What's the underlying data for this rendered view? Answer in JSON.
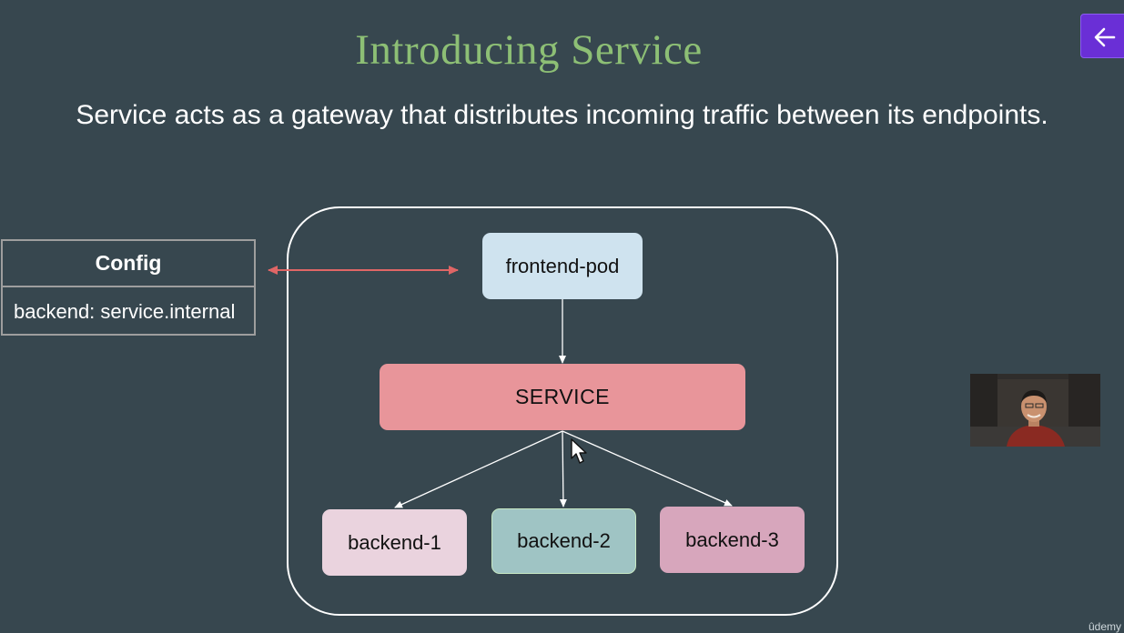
{
  "slide": {
    "title": "Introducing Service",
    "subtitle": "Service acts as a gateway that distributes incoming traffic between its endpoints."
  },
  "config": {
    "header": "Config",
    "row": "backend: service.internal"
  },
  "diagram": {
    "frontend": "frontend-pod",
    "service": "SERVICE",
    "backends": [
      "backend-1",
      "backend-2",
      "backend-3"
    ]
  },
  "watermark": "ûdemy",
  "colors": {
    "background": "#37474f",
    "title": "#8dbf75",
    "frontend": "#cfe3ef",
    "service": "#e8959a",
    "backend_1": "#ead3de",
    "backend_2": "#9fc4c4",
    "backend_3": "#d7a6bc",
    "config_arrow": "#e06666",
    "back_button": "#6a2fd6"
  },
  "icons": {
    "back_button": "arrow-left-icon",
    "cursor": "mouse-pointer-icon"
  }
}
